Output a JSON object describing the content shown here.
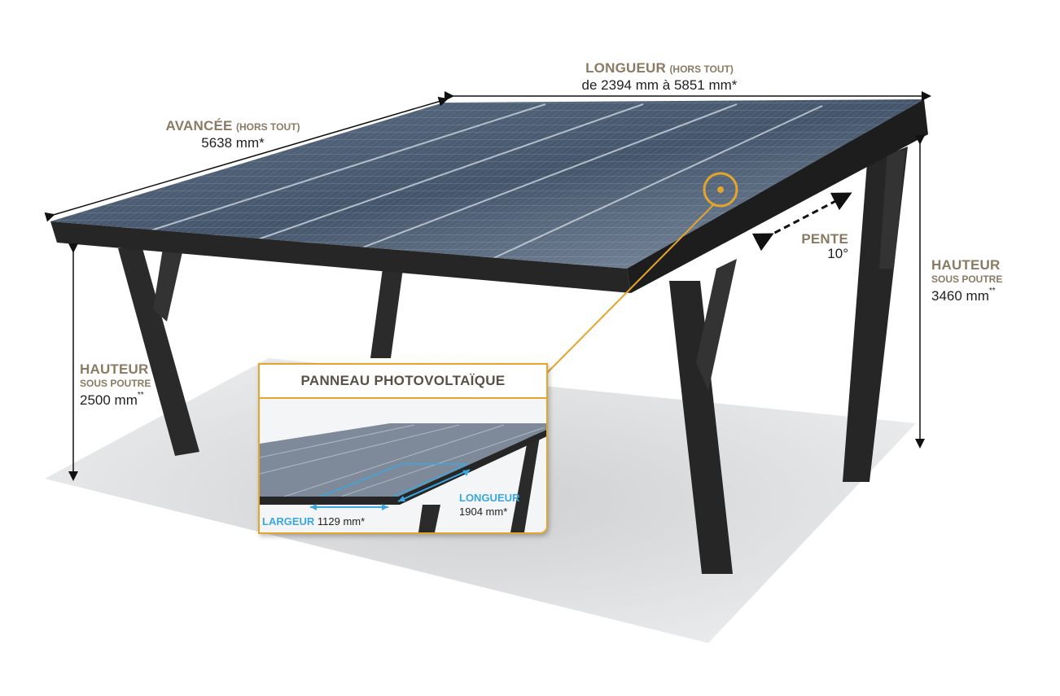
{
  "labels": {
    "avancee": {
      "title": "AVANCÉE",
      "qualifier": "(HORS TOUT)",
      "value": "5638 mm*"
    },
    "longueur": {
      "title": "LONGUEUR",
      "qualifier": "(HORS TOUT)",
      "value": "de 2394 mm à 5851 mm*"
    },
    "pente": {
      "title": "PENTE",
      "value": "10°"
    },
    "hauteur_right": {
      "title": "HAUTEUR",
      "subtitle": "SOUS POUTRE",
      "value": "3460 mm",
      "mark": "**"
    },
    "hauteur_left": {
      "title": "HAUTEUR",
      "subtitle": "SOUS POUTRE",
      "value": "2500 mm",
      "mark": "**"
    }
  },
  "inset": {
    "title": "PANNEAU PHOTOVOLTAÏQUE",
    "largeur_label": "LARGEUR",
    "largeur_value": "1129 mm*",
    "longueur_label": "LONGUEUR",
    "longueur_value": "1904 mm*"
  },
  "colors": {
    "accent": "#e3a52c",
    "label_brown": "#8b7a63",
    "inset_blue": "#3aa7e0",
    "frame": "#262626"
  }
}
